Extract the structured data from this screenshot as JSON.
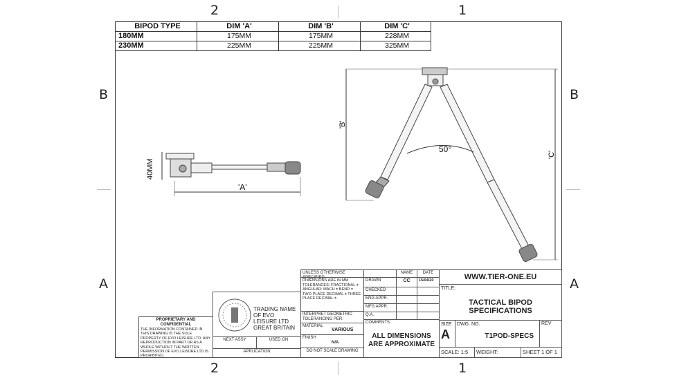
{
  "zones": {
    "top_left": "2",
    "top_right": "1",
    "bottom_left": "2",
    "bottom_right": "1",
    "left_upper": "B",
    "left_lower": "A",
    "right_upper": "B",
    "right_lower": "A"
  },
  "spec_table": {
    "headers": [
      "BIPOD TYPE",
      "DIM 'A'",
      "DIM 'B'",
      "DIM 'C'"
    ],
    "rows": [
      [
        "180MM",
        "175MM",
        "175MM",
        "228MM"
      ],
      [
        "230MM",
        "225MM",
        "225MM",
        "325MM"
      ]
    ]
  },
  "drawing": {
    "dim_height": "40MM",
    "dim_a": "'A'",
    "dim_b": "'B'",
    "dim_c": "'C'",
    "angle": "50°"
  },
  "title_block": {
    "proprietary_title": "PROPRIETARY AND CONFIDENTIAL",
    "proprietary_text": "THE INFORMATION CONTAINED IN THIS DRAWING IS THE SOLE PROPERTY OF EVO LEISURE LTD. ANY REPRODUCTION IN PART OR AS A WHOLE WITHOUT THE WRITTEN PERMISSION OF EVO LEISURE LTD IS PROHIBITED.",
    "trading": "TRADING NAME OF EVO LEISURE LTD GREAT BRITAIN",
    "next_assy": "NEXT ASSY",
    "used_on": "USED ON",
    "application": "APPLICATION",
    "unless": "UNLESS OTHERWISE SPECIFIED:",
    "tolerances": "DIMENSIONS ARE IN MM TOLERANCES: FRACTIONAL ± ANGULAR: MACH ± BEND ± TWO PLACE DECIMAL ± THREE PLACE DECIMAL ±",
    "interpret": "INTERPRET GEOMETRIC TOLERANCING PER:",
    "material_label": "MATERIAL",
    "material": "VARIOUS",
    "finish_label": "FINISH",
    "finish": "N/A",
    "no_scale": "DO NOT SCALE DRAWING",
    "name": "NAME",
    "date": "DATE",
    "drawn": "DRAWN",
    "drawn_name": "CC",
    "drawn_date": "15/04/20",
    "checked": "CHECKED",
    "eng": "ENG APPR.",
    "mfg": "MFG APPR.",
    "qa": "Q.A.",
    "comments": "COMMENTS:",
    "approx": "ALL DIMENSIONS ARE APPROXIMATE",
    "website": "WWW.TIER-ONE.EU",
    "title_label": "TITLE:",
    "title": "TACTICAL BIPOD SPECIFICATIONS",
    "size_label": "SIZE",
    "size": "A",
    "dwg_label": "DWG. NO.",
    "dwg": "T1POD-SPECS",
    "rev_label": "REV",
    "scale": "SCALE: 1:5",
    "weight": "WEIGHT:",
    "sheet": "SHEET 1 OF 1"
  }
}
